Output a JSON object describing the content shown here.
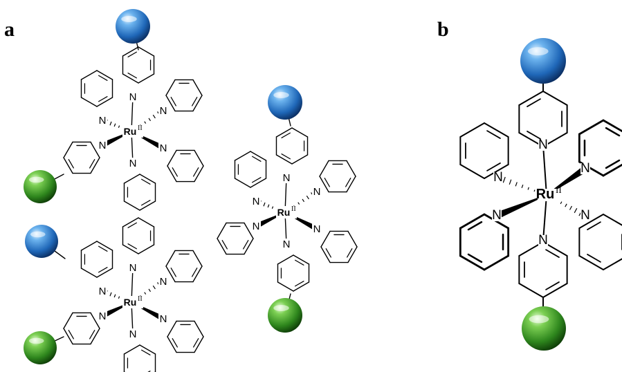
{
  "panels": {
    "a": {
      "label": "a"
    },
    "b": {
      "label": "b"
    }
  },
  "atoms": {
    "metal": "Ru",
    "oxidation_state": "II",
    "nitrogen": "N"
  },
  "colors": {
    "blue_sphere": "#2f7fd0",
    "green_sphere": "#3f9a2a",
    "bond": "#000000"
  },
  "icons": {
    "blue_sphere": "blue-sphere-icon",
    "green_sphere": "green-sphere-icon"
  }
}
